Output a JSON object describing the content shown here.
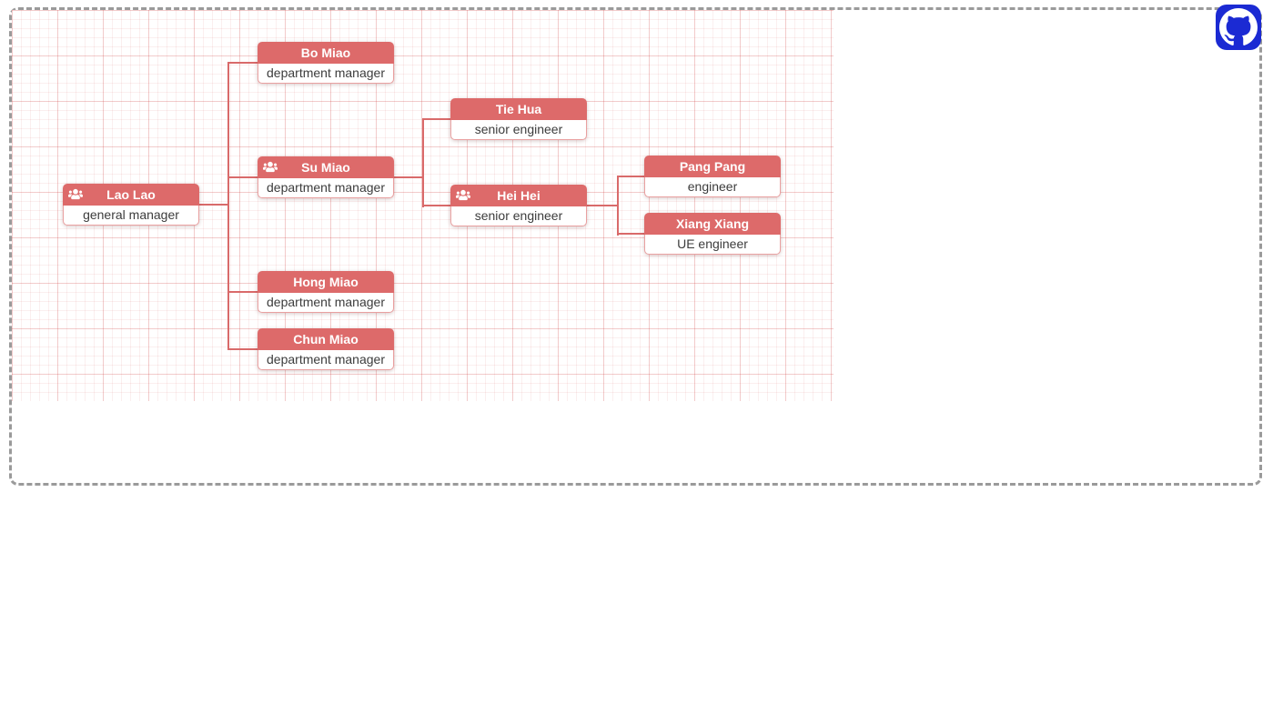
{
  "orgchart": {
    "nodes": [
      {
        "name": "Lao Lao",
        "role": "general manager",
        "subordinates_icon": true
      },
      {
        "name": "Bo Miao",
        "role": "department manager",
        "subordinates_icon": false
      },
      {
        "name": "Su Miao",
        "role": "department manager",
        "subordinates_icon": true
      },
      {
        "name": "Hong Miao",
        "role": "department manager",
        "subordinates_icon": false
      },
      {
        "name": "Chun Miao",
        "role": "department manager",
        "subordinates_icon": false
      },
      {
        "name": "Tie Hua",
        "role": "senior engineer",
        "subordinates_icon": false
      },
      {
        "name": "Hei Hei",
        "role": "senior engineer",
        "subordinates_icon": true
      },
      {
        "name": "Pang Pang",
        "role": "engineer",
        "subordinates_icon": false
      },
      {
        "name": "Xiang Xiang",
        "role": "UE engineer",
        "subordinates_icon": false
      }
    ],
    "hierarchy": {
      "name": "Lao Lao",
      "role": "general manager",
      "children": [
        {
          "name": "Bo Miao",
          "role": "department manager",
          "children": []
        },
        {
          "name": "Su Miao",
          "role": "department manager",
          "children": [
            {
              "name": "Tie Hua",
              "role": "senior engineer",
              "children": []
            },
            {
              "name": "Hei Hei",
              "role": "senior engineer",
              "children": [
                {
                  "name": "Pang Pang",
                  "role": "engineer",
                  "children": []
                },
                {
                  "name": "Xiang Xiang",
                  "role": "UE engineer",
                  "children": []
                }
              ]
            }
          ]
        },
        {
          "name": "Hong Miao",
          "role": "department manager",
          "children": []
        },
        {
          "name": "Chun Miao",
          "role": "department manager",
          "children": []
        }
      ]
    },
    "colors": {
      "node_title_bg": "#dd6a6a",
      "node_title_text": "#ffffff",
      "node_content_text": "#3c3c3c",
      "node_content_border": "#e9a0a0",
      "connector": "#d96a6a",
      "grid_major_line": "#f3c6c6",
      "grid_minor_line": "#fae7e7",
      "container_border": "#9a9a9a",
      "github_badge_bg": "#1b2ad3"
    },
    "icons": {
      "subordinates": "users-icon",
      "corner_badge": "github-icon"
    }
  }
}
